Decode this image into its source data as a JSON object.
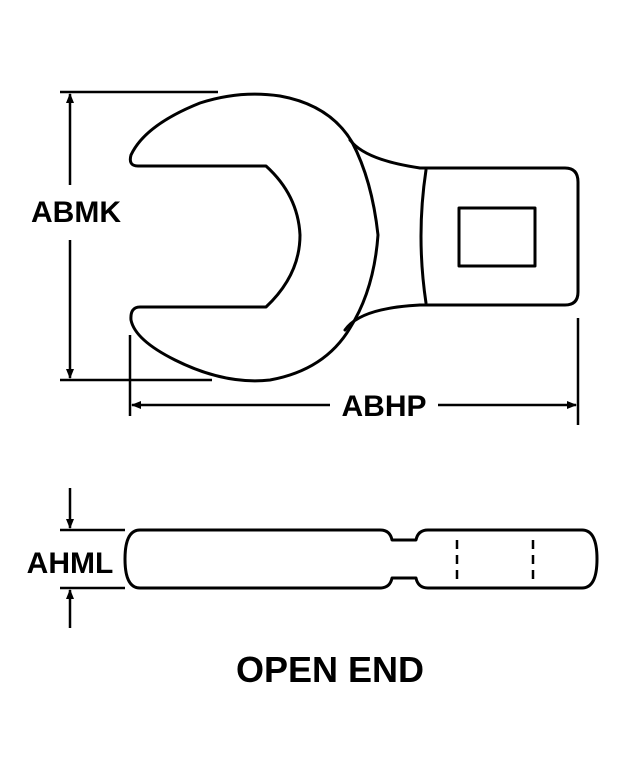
{
  "labels": {
    "head_height": "ABMK",
    "overall_length": "ABHP",
    "thickness": "AHML",
    "title": "OPEN END"
  },
  "colors": {
    "line": "#000000",
    "background": "#ffffff"
  }
}
